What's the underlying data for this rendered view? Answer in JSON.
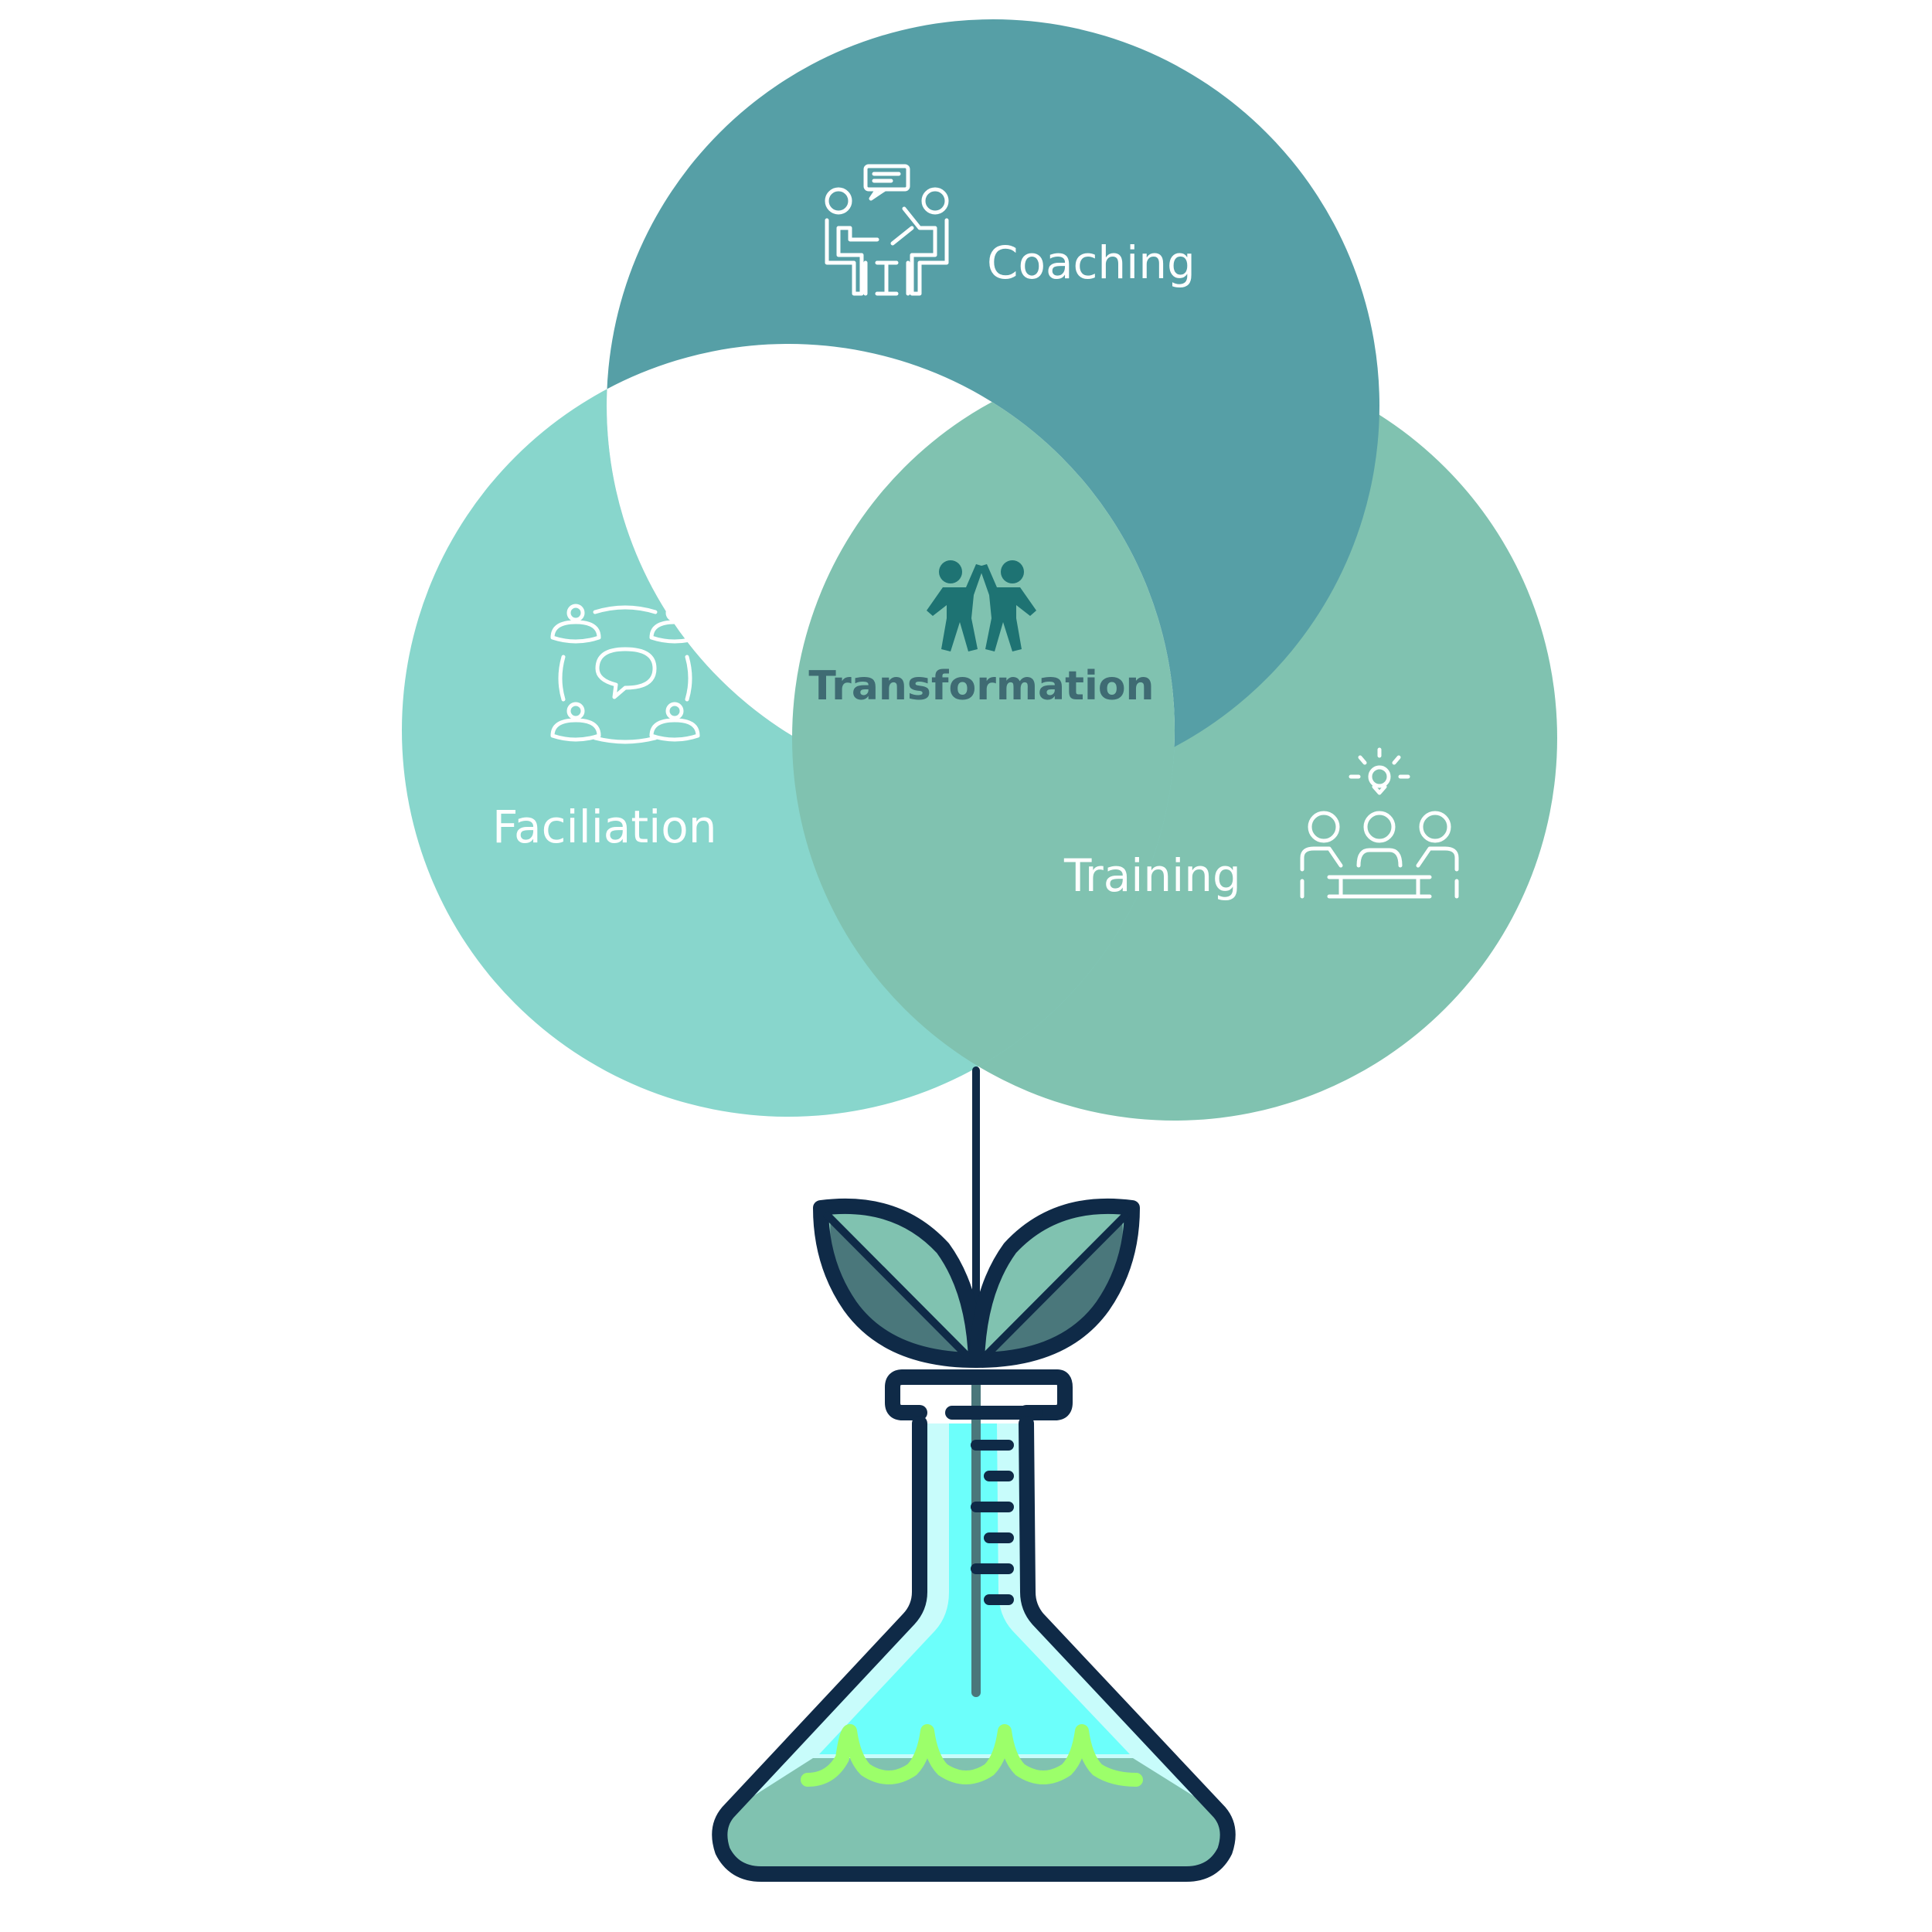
{
  "colors": {
    "coaching": "#569fa6",
    "facilitation": "#88d6cc",
    "training": "#80c2b0",
    "center": "#ffffff",
    "center_text": "#3f6b73",
    "center_icon": "#1e7373",
    "outline": "#0f2a47",
    "liquid_light": "#6cfffb",
    "liquid_bottom": "#80c2b0",
    "wave": "#9cff6a",
    "leaf_light": "#80c2b0",
    "leaf_dark": "#4a777b"
  },
  "circles": {
    "coaching": {
      "label": "Coaching",
      "icon": "coaching-board-icon"
    },
    "facilitation": {
      "label": "Faciliation",
      "icon": "group-discussion-icon"
    },
    "training": {
      "label": "Training",
      "icon": "training-idea-icon"
    },
    "center": {
      "label": "Transformation",
      "icon": "high-five-icon"
    }
  },
  "illustration": {
    "flask": "erlenmeyer-flask-icon",
    "plant": "sprout-leaves-icon"
  }
}
